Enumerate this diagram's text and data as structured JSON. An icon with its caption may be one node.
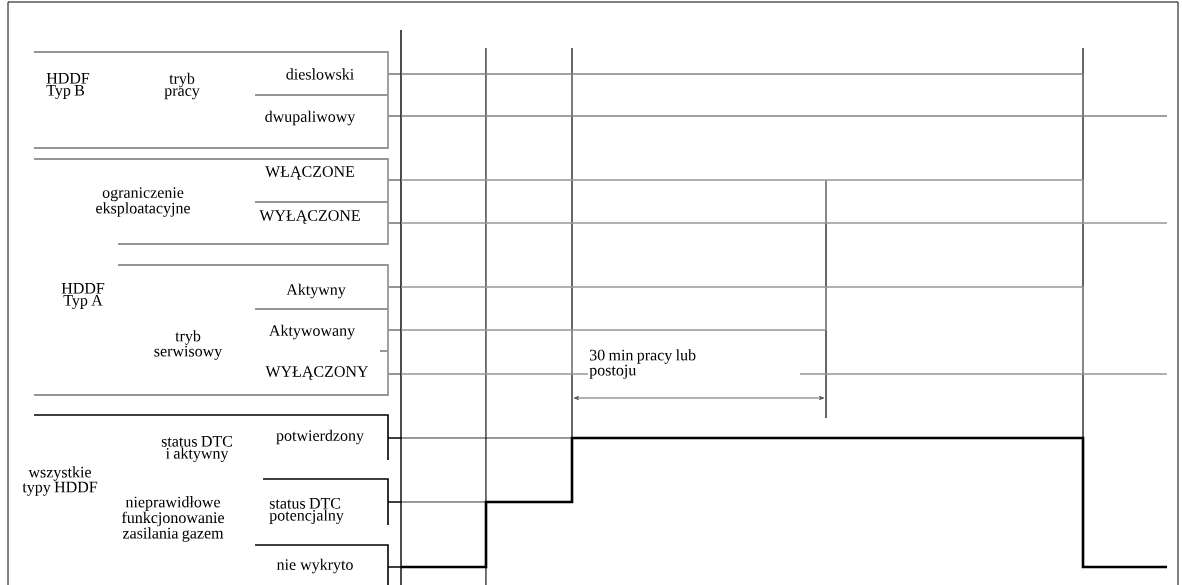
{
  "diagram": {
    "labels": [
      "HDDF Typ B",
      "tryb pracy",
      "dieslowski",
      "dwupaliwowy",
      "WŁĄCZONE",
      "ograniczenie eksploatacyjne",
      "WYŁĄCZONE",
      "HDDF Typ A",
      "Aktywny",
      "Aktywowany",
      "tryb serwisowy",
      "WYŁĄCZONY",
      "30 min pracy lub postoju",
      "status DTC i aktywny",
      "potwierdzony",
      "wszystkie typy HDDF",
      "nieprawidłowe funkcjonowanie zasilania gazem",
      "status DTC potencjalny",
      "nie wykryto"
    ]
  }
}
